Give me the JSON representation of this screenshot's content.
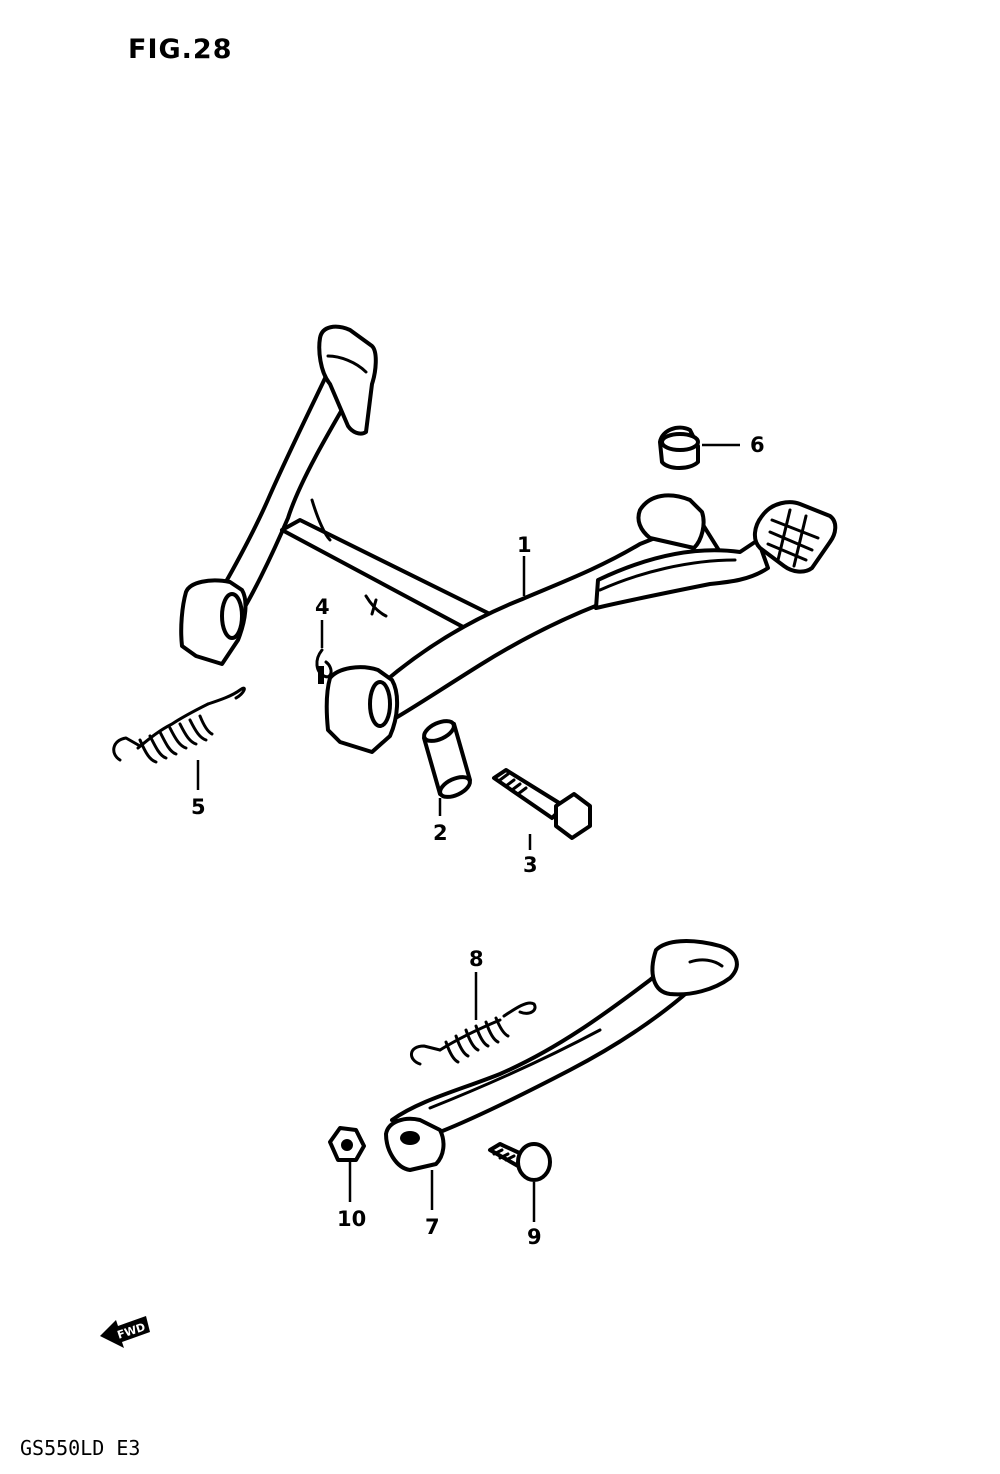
{
  "figure": {
    "title": "FIG.28",
    "model_code": "GS550LD  E3",
    "forward_label": "FWD"
  },
  "callouts": [
    {
      "id": "1",
      "label": "1"
    },
    {
      "id": "2",
      "label": "2"
    },
    {
      "id": "3",
      "label": "3"
    },
    {
      "id": "4",
      "label": "4"
    },
    {
      "id": "5",
      "label": "5"
    },
    {
      "id": "6",
      "label": "6"
    },
    {
      "id": "7",
      "label": "7"
    },
    {
      "id": "8",
      "label": "8"
    },
    {
      "id": "9",
      "label": "9"
    },
    {
      "id": "10",
      "label": "10"
    }
  ]
}
